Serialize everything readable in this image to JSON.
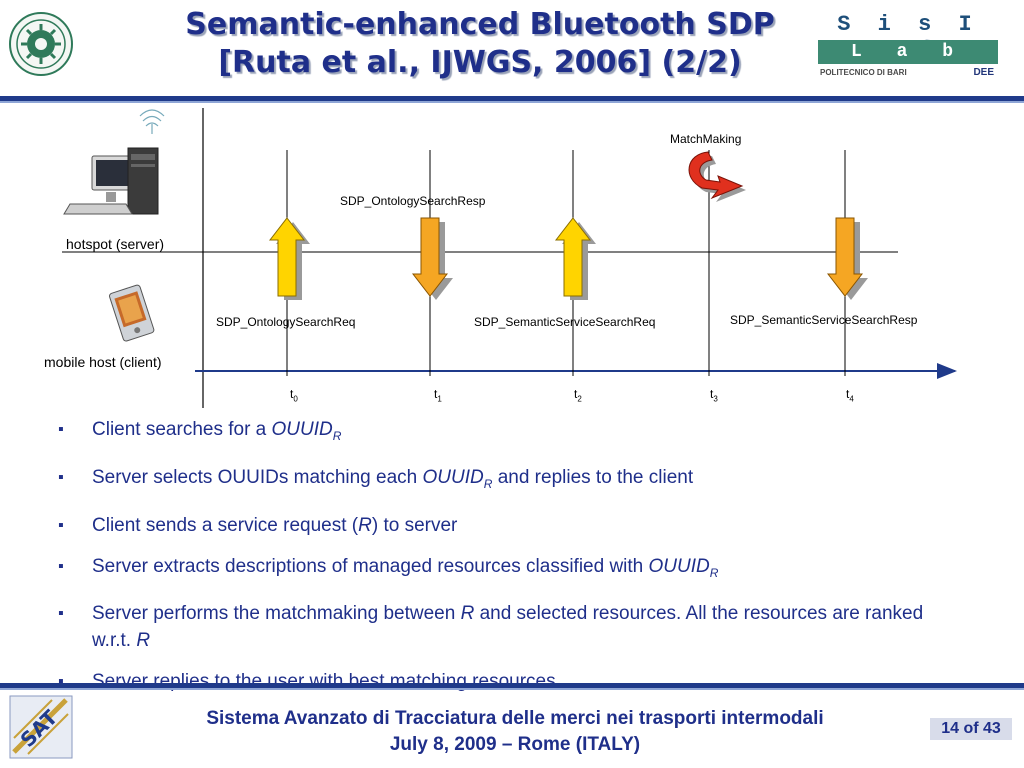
{
  "header": {
    "title_line1": "Semantic-enhanced Bluetooth SDP",
    "title_line2": "[Ruta et al., IJWGS, 2006] (2/2)",
    "lab_logo": {
      "top": "S i s I n f",
      "bar": "L a b",
      "poli": "POLITECNICO DI BARI",
      "dept": "DEE"
    }
  },
  "diagram": {
    "server_label": "hotspot (server)",
    "client_label": "mobile host (client)",
    "matchmaking_label": "MatchMaking",
    "messages": [
      {
        "label": "SDP_OntologySearchReq",
        "direction": "up"
      },
      {
        "label": "SDP_OntologySearchResp",
        "direction": "down"
      },
      {
        "label": "SDP_SemanticServiceSearchReq",
        "direction": "up"
      },
      {
        "label": "SDP_SemanticServiceSearchResp",
        "direction": "down"
      }
    ],
    "ticks": [
      {
        "t": "t",
        "sub": "0"
      },
      {
        "t": "t",
        "sub": "1"
      },
      {
        "t": "t",
        "sub": "2"
      },
      {
        "t": "t",
        "sub": "3"
      },
      {
        "t": "t",
        "sub": "4"
      }
    ],
    "colors": {
      "up_arrow": "#ffd400",
      "down_arrow": "#f5a623",
      "rotate_arrow": "#e0301e"
    }
  },
  "bullets": [
    {
      "pre": "Client searches for a ",
      "ital": "OUUID",
      "sub": "R",
      "post": ""
    },
    {
      "pre": "Server selects OUUIDs matching each ",
      "ital": "OUUID",
      "sub": "R",
      "post": " and replies to the client"
    },
    {
      "pre": "Client sends a service request (",
      "ital": "R",
      "sub": "",
      "post": ") to server"
    },
    {
      "pre": "Server extracts descriptions of managed resources classified with ",
      "ital": "OUUID",
      "sub": "R",
      "post": ""
    },
    {
      "pre": "Server performs the matchmaking between ",
      "ital": "R",
      "sub": "",
      "post": " and selected resources. All the resources are ranked w.r.t. ",
      "ital2": "R"
    },
    {
      "pre": "Server replies to the user with best matching resources",
      "ital": "",
      "sub": "",
      "post": ""
    }
  ],
  "footer": {
    "line1": "Sistema Avanzato di Tracciatura delle merci nei trasporti intermodali",
    "line2": "July 8, 2009 – Rome (ITALY)",
    "page": "14 of 43"
  }
}
